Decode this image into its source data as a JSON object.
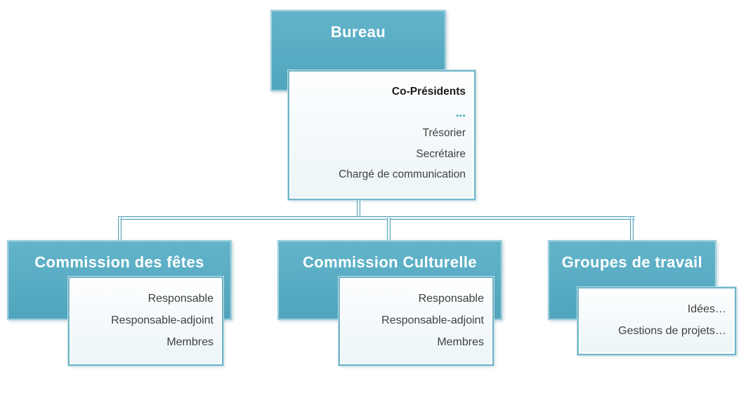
{
  "colors": {
    "teal": "#58abc2",
    "line": "#4f9fb5",
    "detail-border": "#6fb5c8",
    "text": "#404040",
    "dots": "#2f9cb8"
  },
  "bureau": {
    "title": "Bureau",
    "roles": [
      "Co-Présidents",
      "...",
      "Trésorier",
      "Secrétaire",
      "Chargé de communication"
    ]
  },
  "children": [
    {
      "title": "Commission des fêtes",
      "items": [
        "Responsable",
        "Responsable-adjoint",
        "Membres"
      ]
    },
    {
      "title": "Commission Culturelle",
      "items": [
        "Responsable",
        "Responsable-adjoint",
        "Membres"
      ]
    },
    {
      "title": "Groupes de travail",
      "items": [
        "Idées…",
        "Gestions de projets…"
      ]
    }
  ]
}
